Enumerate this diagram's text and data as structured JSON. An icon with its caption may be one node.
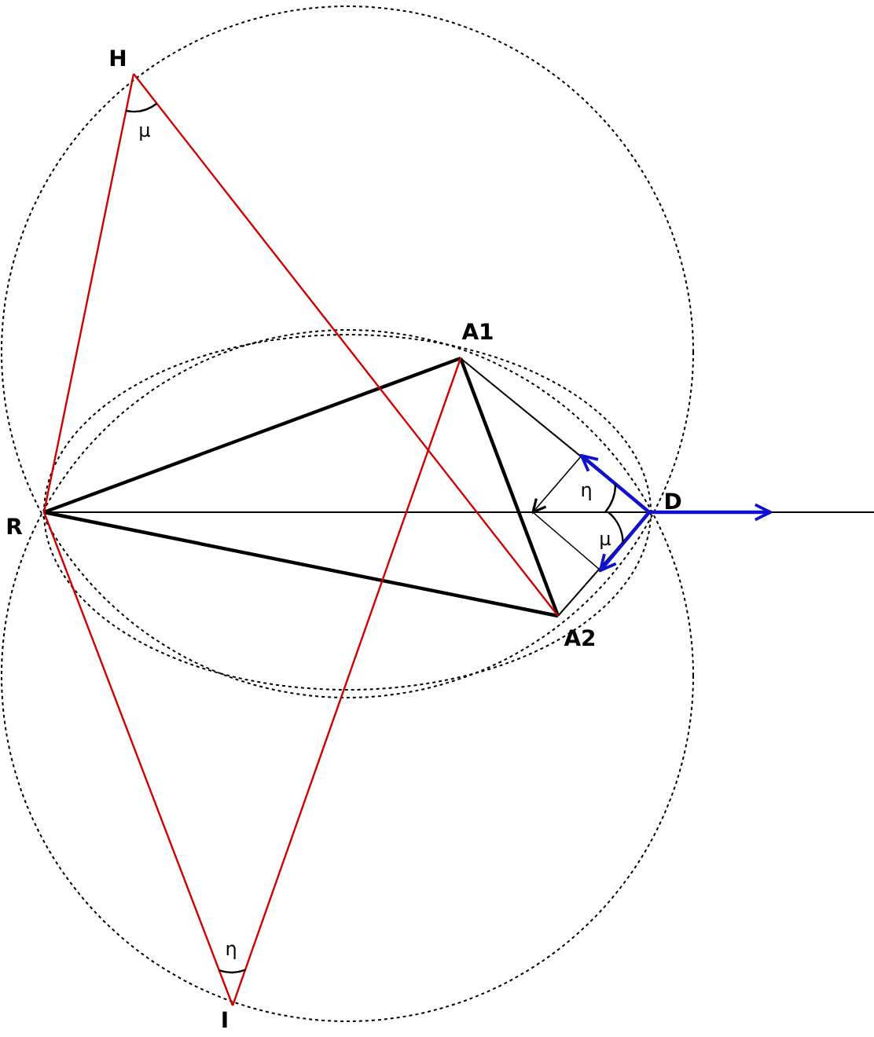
{
  "diagram": {
    "labels": [
      "H",
      "μ",
      "A1",
      "R",
      "η",
      "D",
      "μ",
      "A2",
      "η",
      "I"
    ]
  }
}
